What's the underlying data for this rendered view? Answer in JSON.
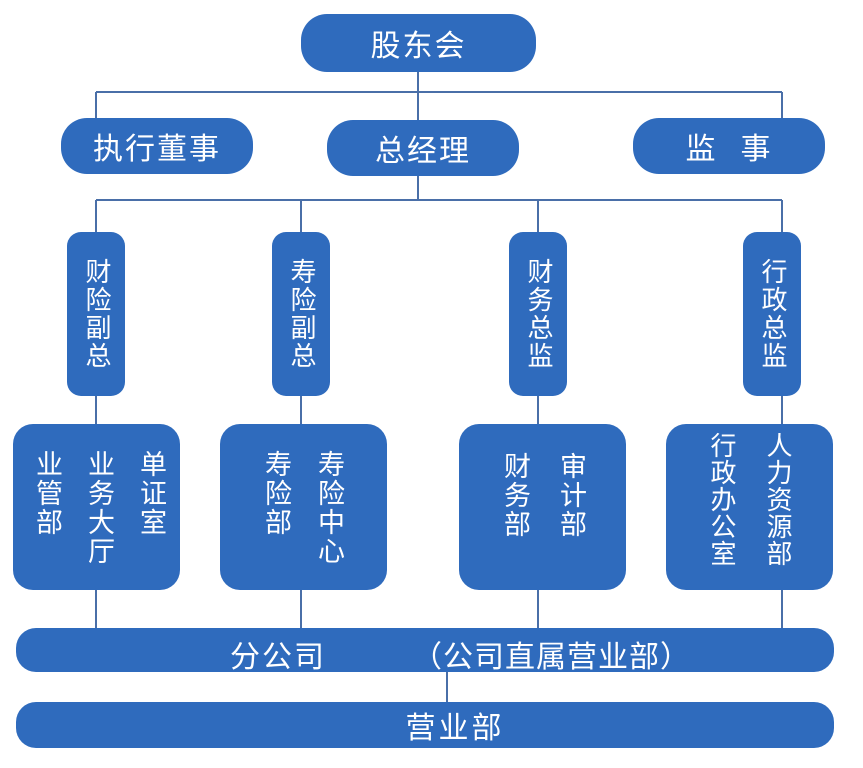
{
  "top": {
    "shareholders": "股东会"
  },
  "level2": {
    "exec_director": "执行董事",
    "gm": "总经理",
    "supervisor": "监  事"
  },
  "level3": {
    "finance_vp": "财险副总",
    "life_vp": "寿险副总",
    "finance_director": "财务总监",
    "admin_director": "行政总监"
  },
  "departments": {
    "d1": [
      "业管部",
      "业务大厅",
      "单证室"
    ],
    "d2": [
      "寿险部",
      "寿险中心"
    ],
    "d3": [
      "财务部",
      "审计部"
    ],
    "d4": [
      "行政办公室",
      "人力资源部"
    ]
  },
  "branch": {
    "left": "分公司",
    "right": "（公司直属营业部）"
  },
  "sales": "营业部",
  "colors": {
    "box": "#2f6bbd",
    "line": "#4a6fa8"
  }
}
